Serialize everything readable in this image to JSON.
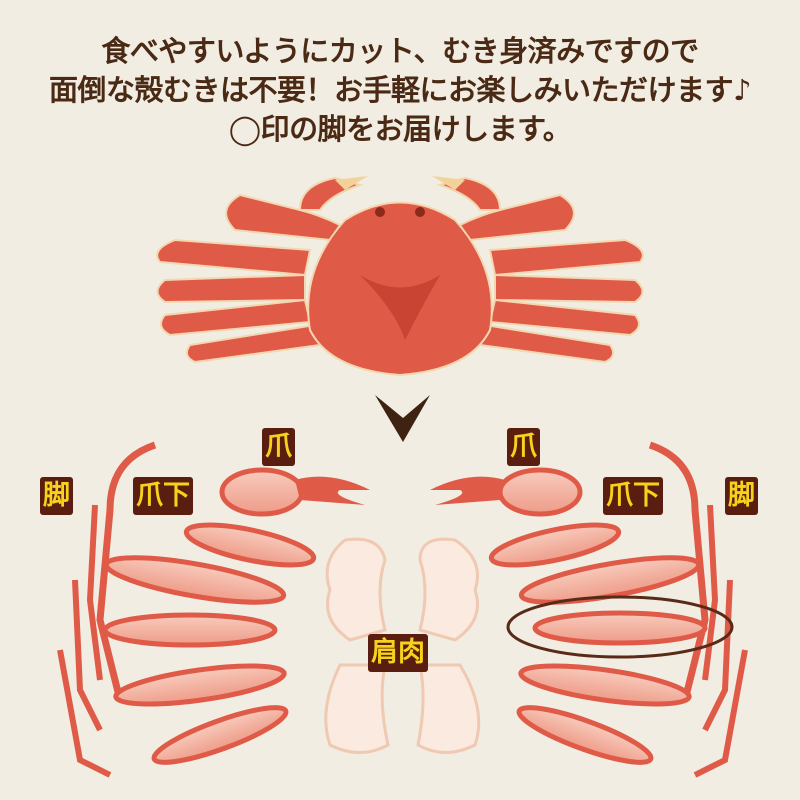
{
  "headline": {
    "line1": "食べやすいようにカット、むき身済みですので",
    "line2": "面倒な殻むきは不要！お手軽にお楽しみいただけます♪",
    "line3": "◯印の脚をお届けします。"
  },
  "labels": {
    "leg_left": "脚",
    "claw_lower_left": "爪下",
    "claw_left": "爪",
    "claw_right": "爪",
    "claw_lower_right": "爪下",
    "leg_right": "脚",
    "shoulder_meat": "肩肉"
  },
  "colors": {
    "text": "#4a2a14",
    "label_bg": "#5a1e10",
    "label_text": "#f7d21c",
    "crab_red": "#e05a48",
    "meat_pink": "#f4b4a2",
    "highlight_ring": "#5a2a18"
  }
}
